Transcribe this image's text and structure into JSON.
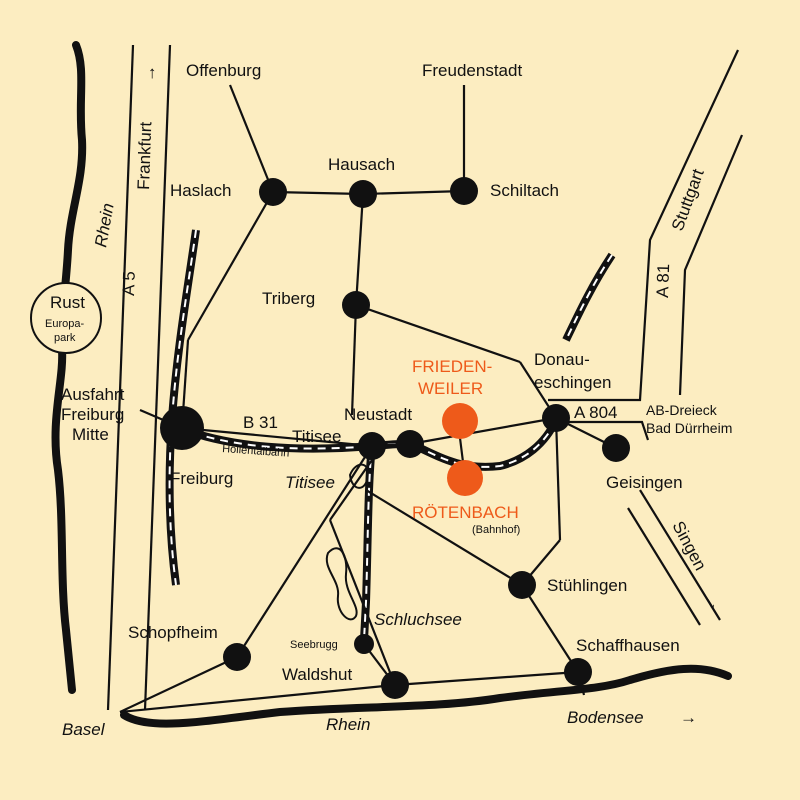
{
  "colors": {
    "background": "#fcedc1",
    "ink": "#111111",
    "highlight": "#ee5a1a"
  },
  "cities": {
    "offenburg": "Offenburg",
    "freudenstadt": "Freudenstadt",
    "hausach": "Hausach",
    "haslach": "Haslach",
    "schiltach": "Schiltach",
    "triberg": "Triberg",
    "donaueschingen_1": "Donau-",
    "donaueschingen_2": "eschingen",
    "neustadt": "Neustadt",
    "titisee": "Titisee",
    "freiburg": "Freiburg",
    "ausfahrt_1": "Ausfahrt",
    "ausfahrt_2": "Freiburg",
    "ausfahrt_3": "Mitte",
    "geisingen": "Geisingen",
    "ab_dreieck_1": "AB-Dreieck",
    "ab_dreieck_2": "Bad Dürrheim",
    "stuehlingen": "Stühlingen",
    "schopfheim": "Schopfheim",
    "seebrugg": "Seebrugg",
    "waldshut": "Waldshut",
    "schaffhausen": "Schaffhausen",
    "basel": "Basel",
    "rust": "Rust",
    "europapark_1": "Europa-",
    "europapark_2": "park"
  },
  "highlight": {
    "friedenweiler_1": "FRIEDEN-",
    "friedenweiler_2": "WEILER",
    "roetenbach": "RÖTENBACH",
    "bahnhof": "(Bahnhof)"
  },
  "waters": {
    "rhein_west": "Rhein",
    "rhein_south": "Rhein",
    "titisee_lake": "Titisee",
    "schluchsee": "Schluchsee",
    "bodensee": "Bodensee"
  },
  "roads": {
    "a5": "A 5",
    "b31": "B 31",
    "a81": "A 81",
    "a804": "A 804",
    "hoellentalbahn": "Höllentalbahn"
  },
  "directions": {
    "frankfurt": "Frankfurt",
    "frankfurt_arrow": "→",
    "stuttgart": "Stuttgart",
    "singen": "Singen",
    "singen_arrow": "→",
    "bodensee_arrow": "→"
  }
}
